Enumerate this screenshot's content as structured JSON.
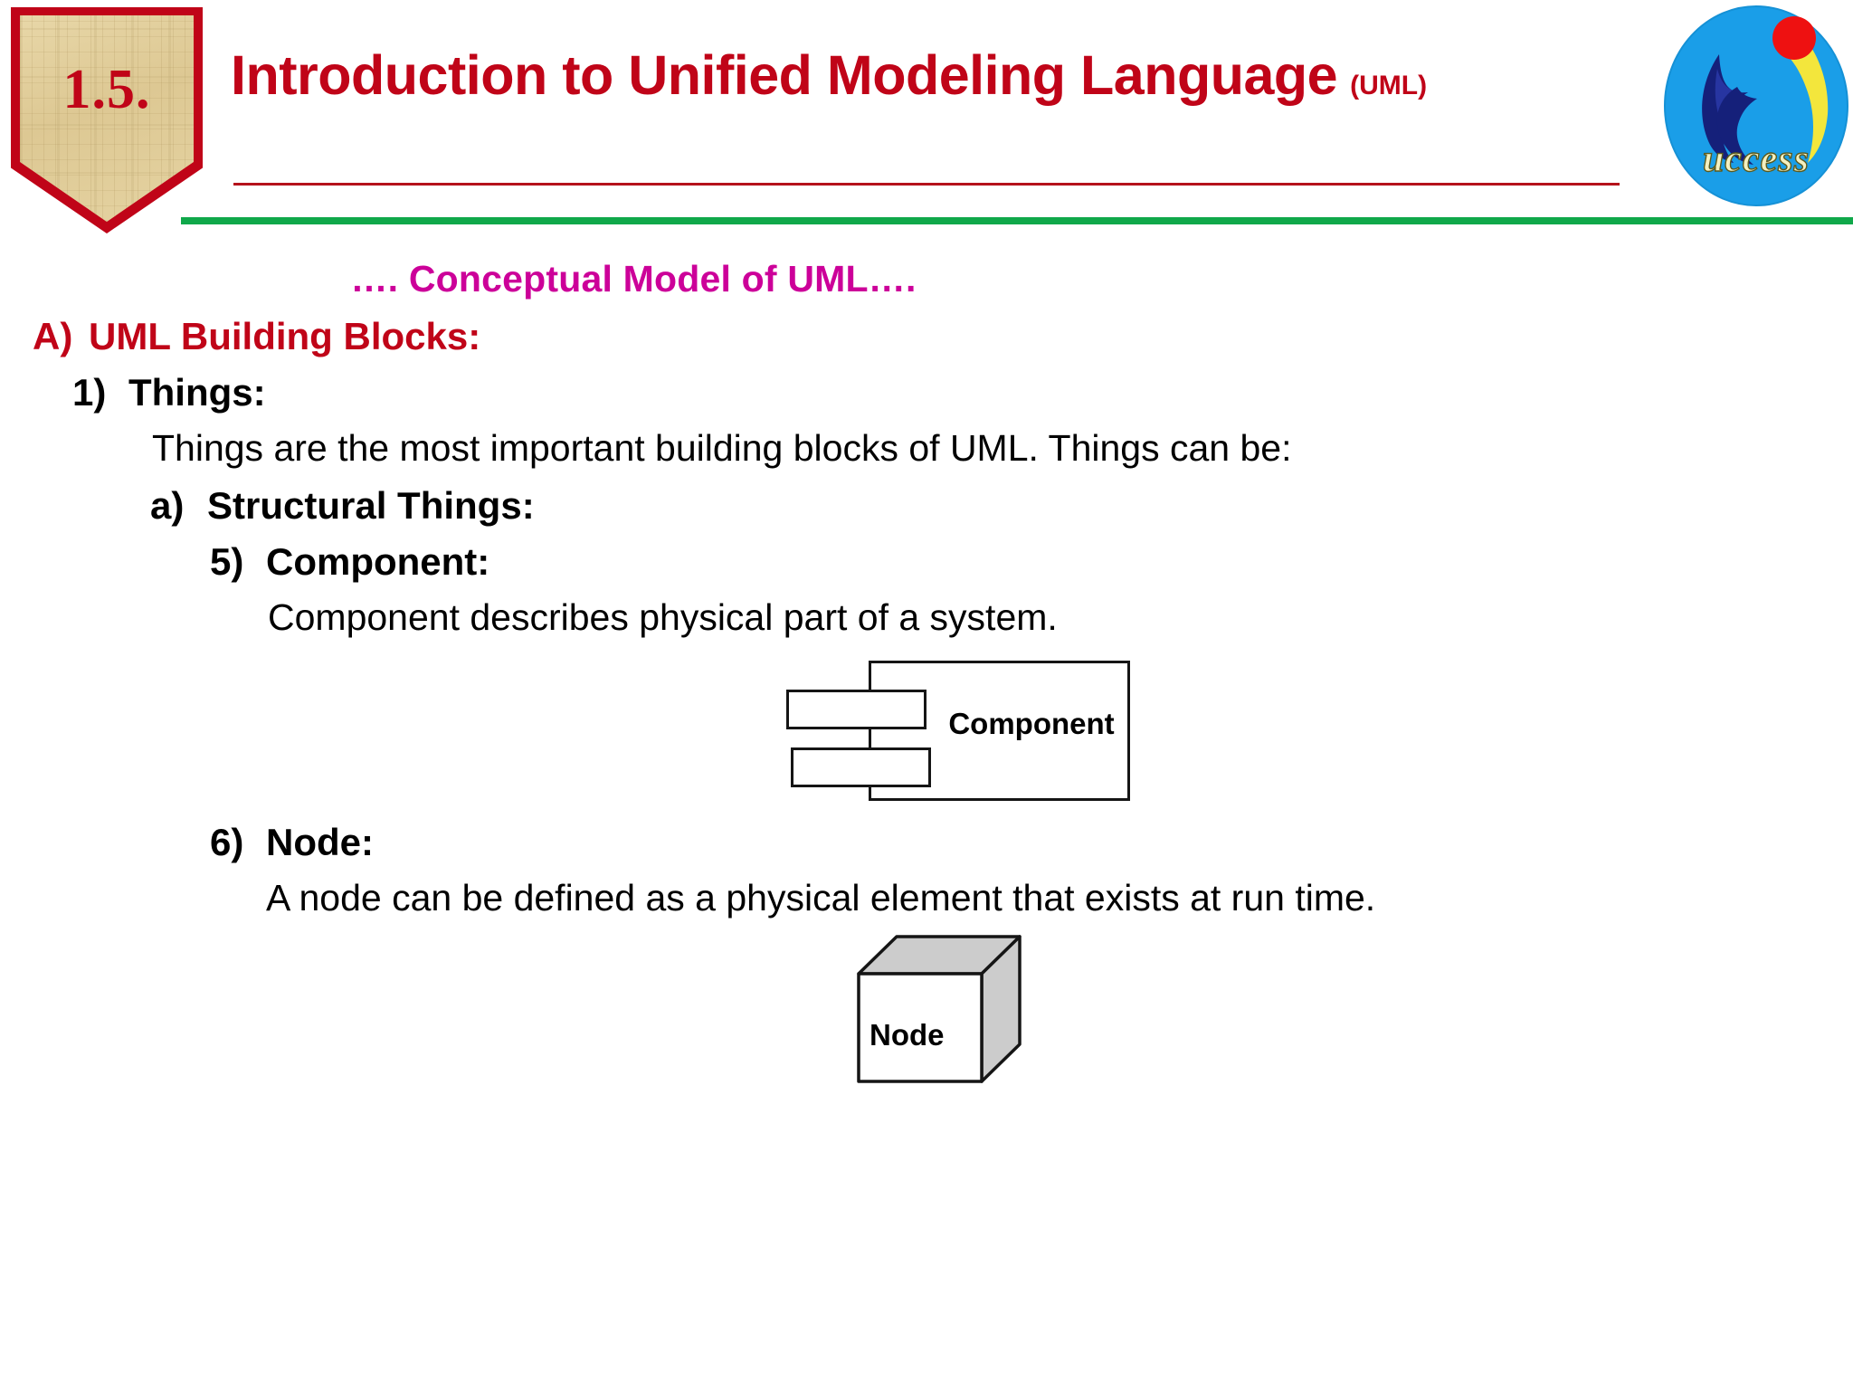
{
  "header": {
    "badge_number": "1.5.",
    "title_main": "Introduction to Unified Modeling Language",
    "title_suffix": "(UML)",
    "logo_text": "uccess",
    "title_color": "#c00418",
    "rule_red_color": "#b5121b",
    "rule_green_color": "#10a84a"
  },
  "body": {
    "subtitle": "…. Conceptual Model of UML….",
    "subtitle_color": "#cc0099",
    "bullets": [
      {
        "marker": "A)",
        "text": "UML Building Blocks:",
        "color": "#c00418"
      },
      {
        "marker": "1)",
        "text": "Things:",
        "color": "#000000"
      },
      {
        "marker": "a)",
        "text": "Structural Things:",
        "color": "#000000"
      },
      {
        "marker": "5)",
        "text": "Component:",
        "color": "#000000"
      },
      {
        "marker": "6)",
        "text": "Node:",
        "color": "#000000"
      }
    ],
    "paragraphs": {
      "things": "Things are the most important building blocks of UML. Things can be:",
      "component": "Component describes physical part of a system.",
      "node": "A node can be defined as a physical element that exists at run time."
    }
  },
  "diagrams": {
    "component": {
      "label": "Component",
      "stroke_color": "#151515",
      "fill_color": "#ffffff"
    },
    "node": {
      "label": "Node",
      "stroke_color": "#151515",
      "front_face_color": "#ffffff",
      "side_face_color": "#cccccc"
    }
  }
}
